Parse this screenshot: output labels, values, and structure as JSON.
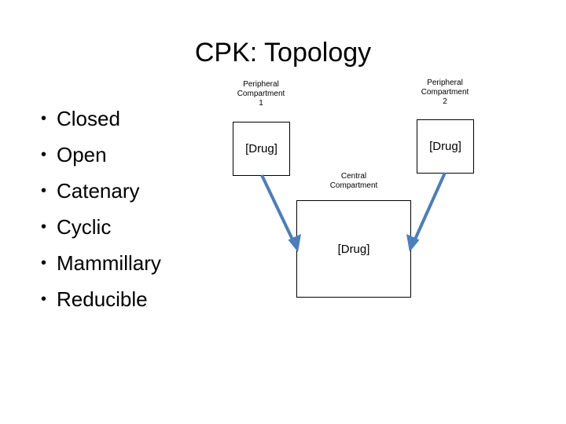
{
  "slide": {
    "title": "CPK: Topology",
    "background_color": "#FFFFFF",
    "text_color": "#000000"
  },
  "bullets": {
    "marker": "•",
    "items": [
      {
        "label": "Closed"
      },
      {
        "label": "Open"
      },
      {
        "label": "Catenary"
      },
      {
        "label": "Cyclic"
      },
      {
        "label": "Mammillary"
      },
      {
        "label": "Reducible"
      }
    ]
  },
  "diagram": {
    "arrow_color": "#4A7EBC",
    "box_border_color": "#000000",
    "nodes": [
      {
        "id": "peripheral-1",
        "caption": "Peripheral Compartment 1",
        "caption_lines": [
          "Peripheral",
          "Compartment",
          "1"
        ],
        "content": "[Drug]"
      },
      {
        "id": "peripheral-2",
        "caption": "Peripheral Compartment 2",
        "caption_lines": [
          "Peripheral",
          "Compartment",
          "2"
        ],
        "content": "[Drug]"
      },
      {
        "id": "central",
        "caption": "Central Compartment",
        "caption_lines": [
          "Central",
          "Compartment"
        ],
        "content": "[Drug]"
      }
    ],
    "edges": [
      {
        "id": "arrow-peripheral-1-to-central",
        "from": "peripheral-1",
        "to": "central",
        "direction": "down-right"
      },
      {
        "id": "arrow-peripheral-2-to-central",
        "from": "peripheral-2",
        "to": "central",
        "direction": "down-left"
      }
    ]
  }
}
